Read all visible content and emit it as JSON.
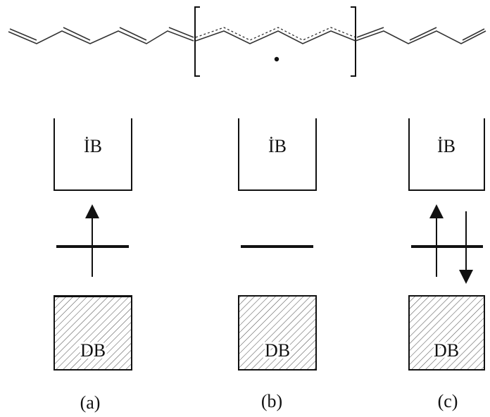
{
  "molecule": {
    "description_visible": false
  },
  "panels": [
    {
      "id": "a",
      "caption": "(a)",
      "conduction_band_label": "İB",
      "valence_band_label": "DB",
      "electron_arrows": [
        "up"
      ],
      "level_occupancy": "single"
    },
    {
      "id": "b",
      "caption": "(b)",
      "conduction_band_label": "İB",
      "valence_band_label": "DB",
      "electron_arrows": [],
      "level_occupancy": "empty"
    },
    {
      "id": "c",
      "caption": "(c)",
      "conduction_band_label": "İB",
      "valence_band_label": "DB",
      "electron_arrows": [
        "up",
        "down"
      ],
      "level_occupancy": "double"
    }
  ],
  "colors": {
    "ink": "#111111",
    "hatch": "#555555",
    "background": "#ffffff"
  }
}
